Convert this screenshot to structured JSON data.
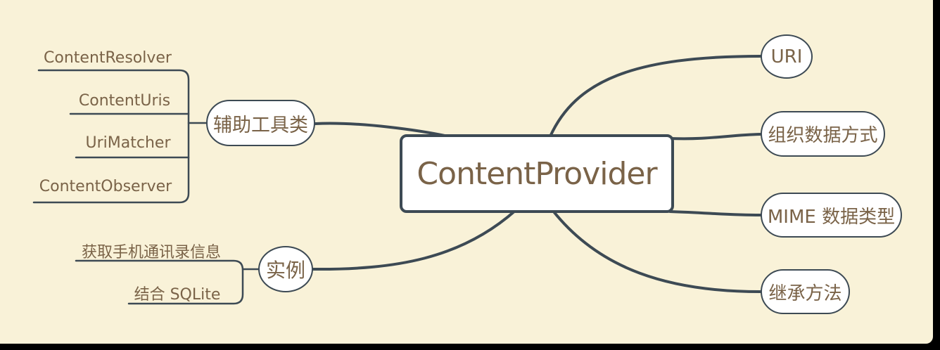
{
  "diagram": {
    "type": "mindmap",
    "root": {
      "label": "ContentProvider"
    },
    "branches": {
      "tools": {
        "label": "辅助工具类",
        "children": [
          {
            "label": "ContentResolver"
          },
          {
            "label": "ContentUris"
          },
          {
            "label": "UriMatcher"
          },
          {
            "label": "ContentObserver"
          }
        ]
      },
      "example": {
        "label": "实例",
        "children": [
          {
            "label": "获取手机通讯录信息"
          },
          {
            "label": "结合 SQLite"
          }
        ]
      },
      "uri": {
        "label": "URI"
      },
      "organize": {
        "label": "组织数据方式"
      },
      "mime": {
        "label": "MIME 数据类型"
      },
      "inherit": {
        "label": "继承方法"
      }
    },
    "colors": {
      "background": "#f9f2d8",
      "line": "#3d4a54",
      "text": "#7a6348",
      "node_fill": "#ffffff",
      "frame": "#000000"
    }
  }
}
